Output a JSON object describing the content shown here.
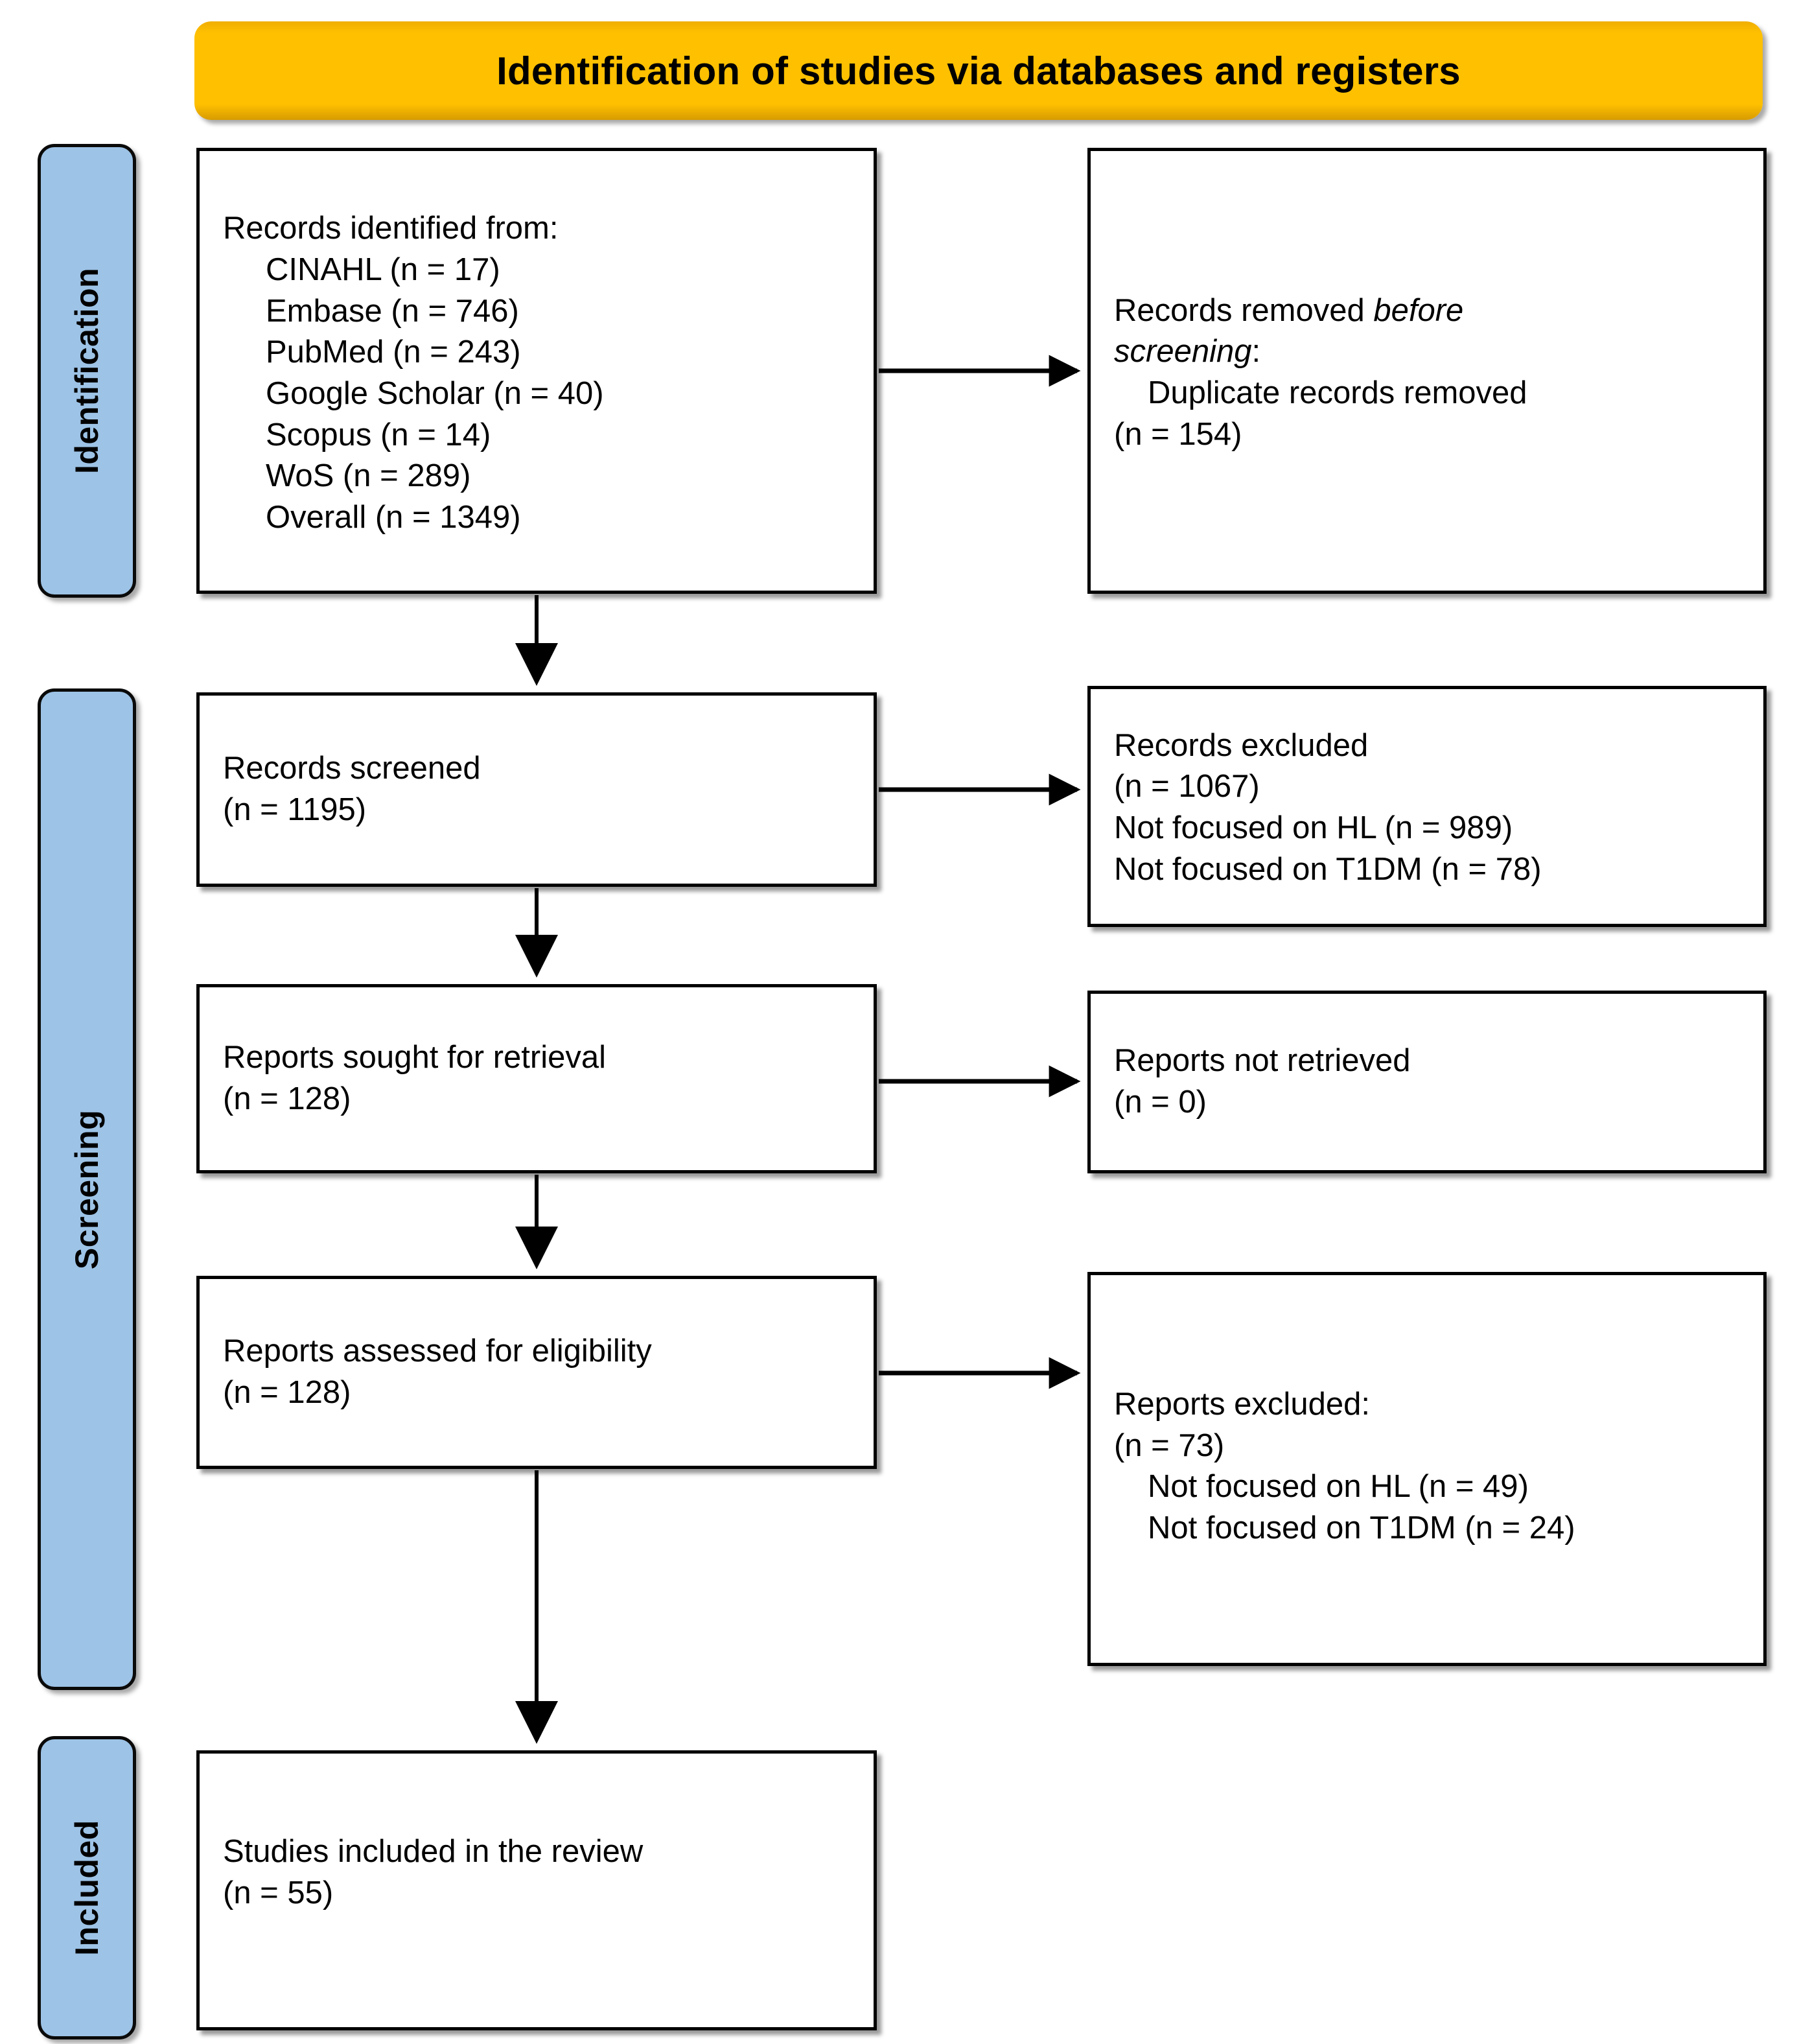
{
  "header": {
    "title": "Identification of studies via databases and registers",
    "fill_color": "#FFC000"
  },
  "stages": [
    {
      "id": "identification",
      "label": "Identification",
      "fill_color": "#9DC3E6"
    },
    {
      "id": "screening",
      "label": "Screening",
      "fill_color": "#9DC3E6"
    },
    {
      "id": "included",
      "label": "Included",
      "fill_color": "#9DC3E6"
    }
  ],
  "boxes": {
    "identified": {
      "title": "Records identified from:",
      "sources": [
        "CINAHL (n = 17)",
        "Embase (n = 746)",
        "PubMed (n = 243)",
        "Google Scholar (n = 40)",
        "Scopus (n = 14)",
        "WoS (n = 289)",
        "Overall (n = 1349)"
      ]
    },
    "removed": {
      "line1_a": "Records removed ",
      "line1_b": "before",
      "line2_italic": "screening",
      "line2_colon": ":",
      "line3": "Duplicate records removed",
      "line4": "(n = 154)"
    },
    "screened": {
      "line1": "Records screened",
      "line2": "(n = 1195)"
    },
    "records_excluded": {
      "line1": "Records excluded",
      "line2": "(n = 1067)",
      "line3": "Not focused on HL (n = 989)",
      "line4": "Not focused on T1DM (n = 78)"
    },
    "sought": {
      "line1": "Reports sought for retrieval",
      "line2": "(n = 128)"
    },
    "not_retrieved": {
      "line1": "Reports not retrieved",
      "line2": "(n = 0)"
    },
    "assessed": {
      "line1": "Reports assessed for eligibility",
      "line2": "(n = 128)"
    },
    "reports_excluded": {
      "line1": "Reports excluded:",
      "line2": "(n = 73)",
      "line3": "Not focused on HL (n = 49)",
      "line4": "Not focused on T1DM (n = 24)"
    },
    "included": {
      "line1": "Studies included in the review",
      "line2": "(n = 55)"
    }
  },
  "chart_data": {
    "type": "diagram",
    "title": "Identification of studies via databases and registers",
    "nodes": [
      {
        "id": "identified",
        "stage": "Identification",
        "column": "left",
        "label": "Records identified from:",
        "n": 1349,
        "breakdown": {
          "CINAHL": 17,
          "Embase": 746,
          "PubMed": 243,
          "Google Scholar": 40,
          "Scopus": 14,
          "WoS": 289,
          "Overall": 1349
        }
      },
      {
        "id": "removed",
        "stage": "Identification",
        "column": "right",
        "label": "Records removed before screening: Duplicate records removed",
        "n": 154
      },
      {
        "id": "screened",
        "stage": "Screening",
        "column": "left",
        "label": "Records screened",
        "n": 1195
      },
      {
        "id": "records_excluded",
        "stage": "Screening",
        "column": "right",
        "label": "Records excluded",
        "n": 1067,
        "breakdown": {
          "Not focused on HL": 989,
          "Not focused on T1DM": 78
        }
      },
      {
        "id": "sought",
        "stage": "Screening",
        "column": "left",
        "label": "Reports sought for retrieval",
        "n": 128
      },
      {
        "id": "not_retrieved",
        "stage": "Screening",
        "column": "right",
        "label": "Reports not retrieved",
        "n": 0
      },
      {
        "id": "assessed",
        "stage": "Screening",
        "column": "left",
        "label": "Reports assessed for eligibility",
        "n": 128
      },
      {
        "id": "reports_excluded",
        "stage": "Screening",
        "column": "right",
        "label": "Reports excluded:",
        "n": 73,
        "breakdown": {
          "Not focused on HL": 49,
          "Not focused on T1DM": 24
        }
      },
      {
        "id": "included",
        "stage": "Included",
        "column": "left",
        "label": "Studies included in the review",
        "n": 55
      }
    ],
    "edges": [
      {
        "from": "identified",
        "to": "removed",
        "direction": "right"
      },
      {
        "from": "identified",
        "to": "screened",
        "direction": "down"
      },
      {
        "from": "screened",
        "to": "records_excluded",
        "direction": "right"
      },
      {
        "from": "screened",
        "to": "sought",
        "direction": "down"
      },
      {
        "from": "sought",
        "to": "not_retrieved",
        "direction": "right"
      },
      {
        "from": "sought",
        "to": "assessed",
        "direction": "down"
      },
      {
        "from": "assessed",
        "to": "reports_excluded",
        "direction": "right"
      },
      {
        "from": "assessed",
        "to": "included",
        "direction": "down"
      }
    ]
  }
}
